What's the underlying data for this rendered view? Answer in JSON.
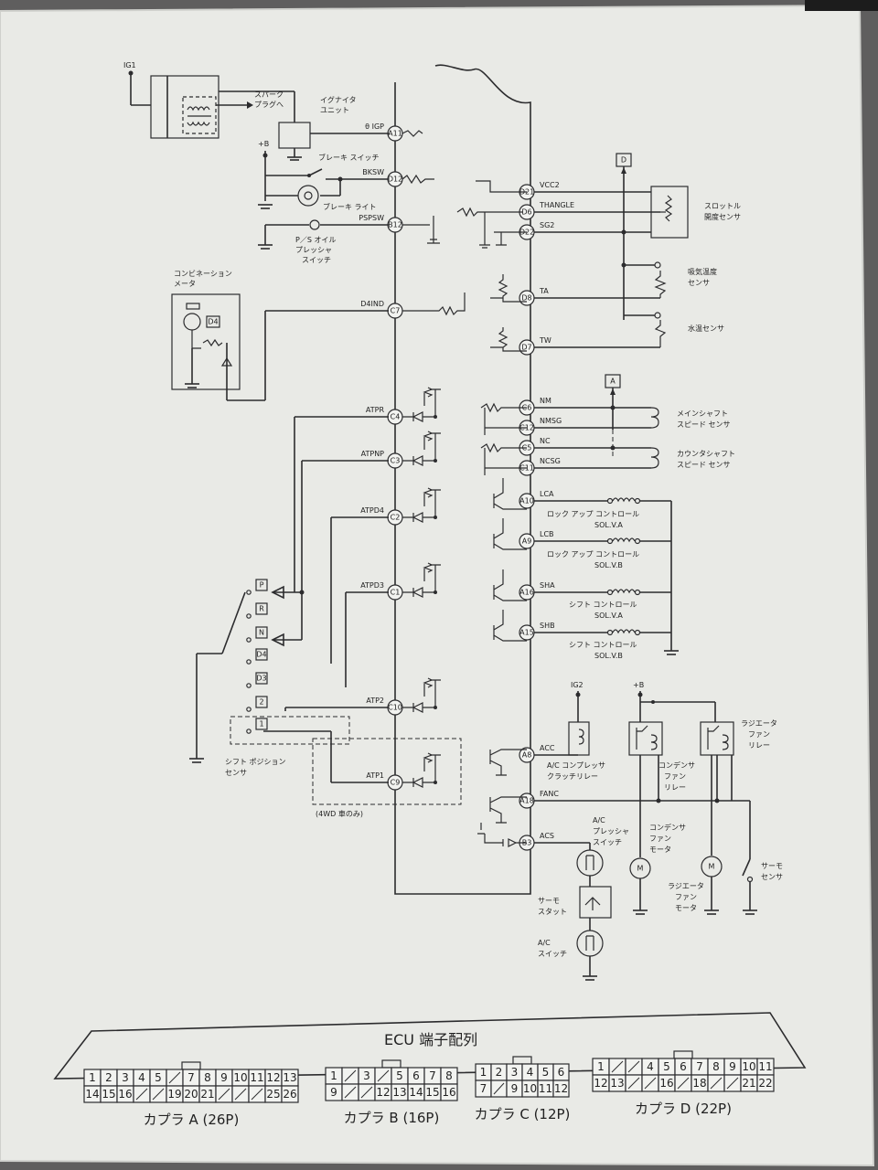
{
  "ecu_pins": [
    {
      "id": "A11",
      "signal": "θ IGP"
    },
    {
      "id": "D12",
      "signal": "BKSW"
    },
    {
      "id": "B12",
      "signal": "PSPSW"
    },
    {
      "id": "C7",
      "signal": "D4IND"
    },
    {
      "id": "C4",
      "signal": "ATPR"
    },
    {
      "id": "C3",
      "signal": "ATPNP"
    },
    {
      "id": "C2",
      "signal": "ATPD4"
    },
    {
      "id": "C1",
      "signal": "ATPD3"
    },
    {
      "id": "C10",
      "signal": "ATP2"
    },
    {
      "id": "C9",
      "signal": "ATP1"
    },
    {
      "id": "D21",
      "signal": "VCC2"
    },
    {
      "id": "D6",
      "signal": "THANGLE"
    },
    {
      "id": "D22",
      "signal": "SG2"
    },
    {
      "id": "D8",
      "signal": "TA"
    },
    {
      "id": "D7",
      "signal": "TW"
    },
    {
      "id": "C6",
      "signal": "NM"
    },
    {
      "id": "C12",
      "signal": "NMSG"
    },
    {
      "id": "C5",
      "signal": "NC"
    },
    {
      "id": "C11",
      "signal": "NCSG"
    },
    {
      "id": "A10",
      "signal": "LCA"
    },
    {
      "id": "A9",
      "signal": "LCB"
    },
    {
      "id": "A16",
      "signal": "SHA"
    },
    {
      "id": "A15",
      "signal": "SHB"
    },
    {
      "id": "A8",
      "signal": "ACC"
    },
    {
      "id": "A18",
      "signal": "FANC"
    },
    {
      "id": "B3",
      "signal": "ACS"
    }
  ],
  "labels": {
    "ig1": "IG1",
    "spark": [
      "スパーク",
      "プラグへ"
    ],
    "igniter": [
      "イグナイタ",
      "ユニット"
    ],
    "plusb": "+B",
    "brake_switch": "ブレーキ スイッチ",
    "brake_light": "ブレーキ ライト",
    "ps": [
      "P／S オイル",
      "プレッシャ",
      "スイッチ"
    ],
    "combo": [
      "コンビネーション",
      "メータ"
    ],
    "d4": "D4",
    "throttle": [
      "スロットル",
      "開度センサ"
    ],
    "intake": [
      "吸気温度",
      "センサ"
    ],
    "coolant": "水温センサ",
    "main_shaft": [
      "メインシャフト",
      "スピード センサ"
    ],
    "counter_shaft": [
      "カウンタシャフト",
      "スピード センサ"
    ],
    "lockup_a": [
      "ロック アップ コントロール",
      "SOL.V.A"
    ],
    "lockup_b": [
      "ロック アップ コントロール",
      "SOL.V.B"
    ],
    "shift_a": [
      "シフト コントロール",
      "SOL.V.A"
    ],
    "shift_b": [
      "シフト コントロール",
      "SOL.V.B"
    ],
    "ig2": "IG2",
    "plusb2": "+B",
    "radiator_relay": [
      "ラジエータ",
      "ファン",
      "リレー"
    ],
    "ac_clutch": [
      "A/C コンプレッサ",
      "クラッチリレー"
    ],
    "cond_relay": [
      "コンデンサ",
      "ファン",
      "リレー"
    ],
    "ac_pressure": [
      "A/C",
      "プレッシャ",
      "スイッチ"
    ],
    "cond_motor": [
      "コンデンサ",
      "ファン",
      "モータ"
    ],
    "rad_motor": [
      "ラジエータ",
      "ファン",
      "モータ"
    ],
    "thermo_sensor": [
      "サーモ",
      "センサ"
    ],
    "thermostat": [
      "サーモ",
      "スタット"
    ],
    "ac_switch": [
      "A/C",
      "スイッチ"
    ],
    "shift_pos": [
      "シフト ポジション",
      "センサ"
    ],
    "fourwd": "(4WD 車のみ)",
    "tag_d": "D",
    "tag_a": "A",
    "shift_positions": [
      "P",
      "R",
      "N",
      "D4",
      "D3",
      "2",
      "1"
    ],
    "motor_m": "M"
  },
  "connector_title": "ECU 端子配列",
  "connectors": [
    {
      "caption": "カプラ A (26P)",
      "rows": [
        [
          "1",
          "2",
          "3",
          "4",
          "5",
          "/",
          "7",
          "8",
          "9",
          "10",
          "11",
          "12",
          "13"
        ],
        [
          "14",
          "15",
          "16",
          "/",
          "/",
          "19",
          "20",
          "21",
          "/",
          "/",
          "/",
          "25",
          "26"
        ]
      ]
    },
    {
      "caption": "カプラ B (16P)",
      "rows": [
        [
          "1",
          "/",
          "3",
          "/",
          "5",
          "6",
          "7",
          "8"
        ],
        [
          "9",
          "/",
          "/",
          "12",
          "13",
          "14",
          "15",
          "16"
        ]
      ]
    },
    {
      "caption": "カプラ C (12P)",
      "rows": [
        [
          "1",
          "2",
          "3",
          "4",
          "5",
          "6"
        ],
        [
          "7",
          "/",
          "9",
          "10",
          "11",
          "12"
        ]
      ]
    },
    {
      "caption": "カプラ D (22P)",
      "rows": [
        [
          "1",
          "/",
          "/",
          "4",
          "5",
          "6",
          "7",
          "8",
          "9",
          "10",
          "11"
        ],
        [
          "12",
          "13",
          "/",
          "/",
          "16",
          "/",
          "18",
          "/",
          "/",
          "21",
          "22"
        ]
      ]
    }
  ]
}
